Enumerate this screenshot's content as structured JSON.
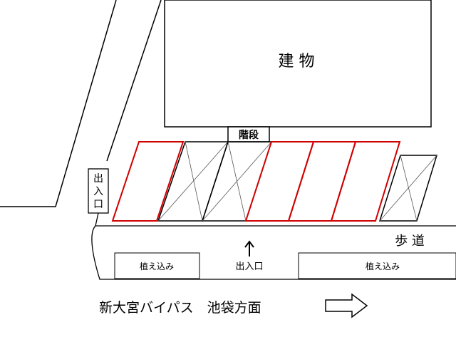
{
  "building": {
    "label": "建 物"
  },
  "stairs": {
    "label": "階段"
  },
  "side_entrance": {
    "chars": [
      "出",
      "入",
      "口"
    ]
  },
  "sidewalk": {
    "label": "歩 道"
  },
  "planting_left": {
    "label": "植え込み"
  },
  "planting_right": {
    "label": "植え込み"
  },
  "main_entrance": {
    "label": "出入口"
  },
  "direction": {
    "label": "新大宮バイパス　池袋方面"
  },
  "parking": {
    "spaces": [
      {
        "status": "available"
      },
      {
        "status": "occupied"
      },
      {
        "status": "occupied"
      },
      {
        "status": "available"
      },
      {
        "status": "available"
      },
      {
        "status": "available"
      },
      {
        "status": "occupied"
      }
    ]
  },
  "colors": {
    "available": "#d00000",
    "occupied": "#000000",
    "line": "#000000"
  },
  "icons": {
    "up_arrow": "arrow-up-icon",
    "right_arrow": "arrow-right-outline-icon"
  }
}
